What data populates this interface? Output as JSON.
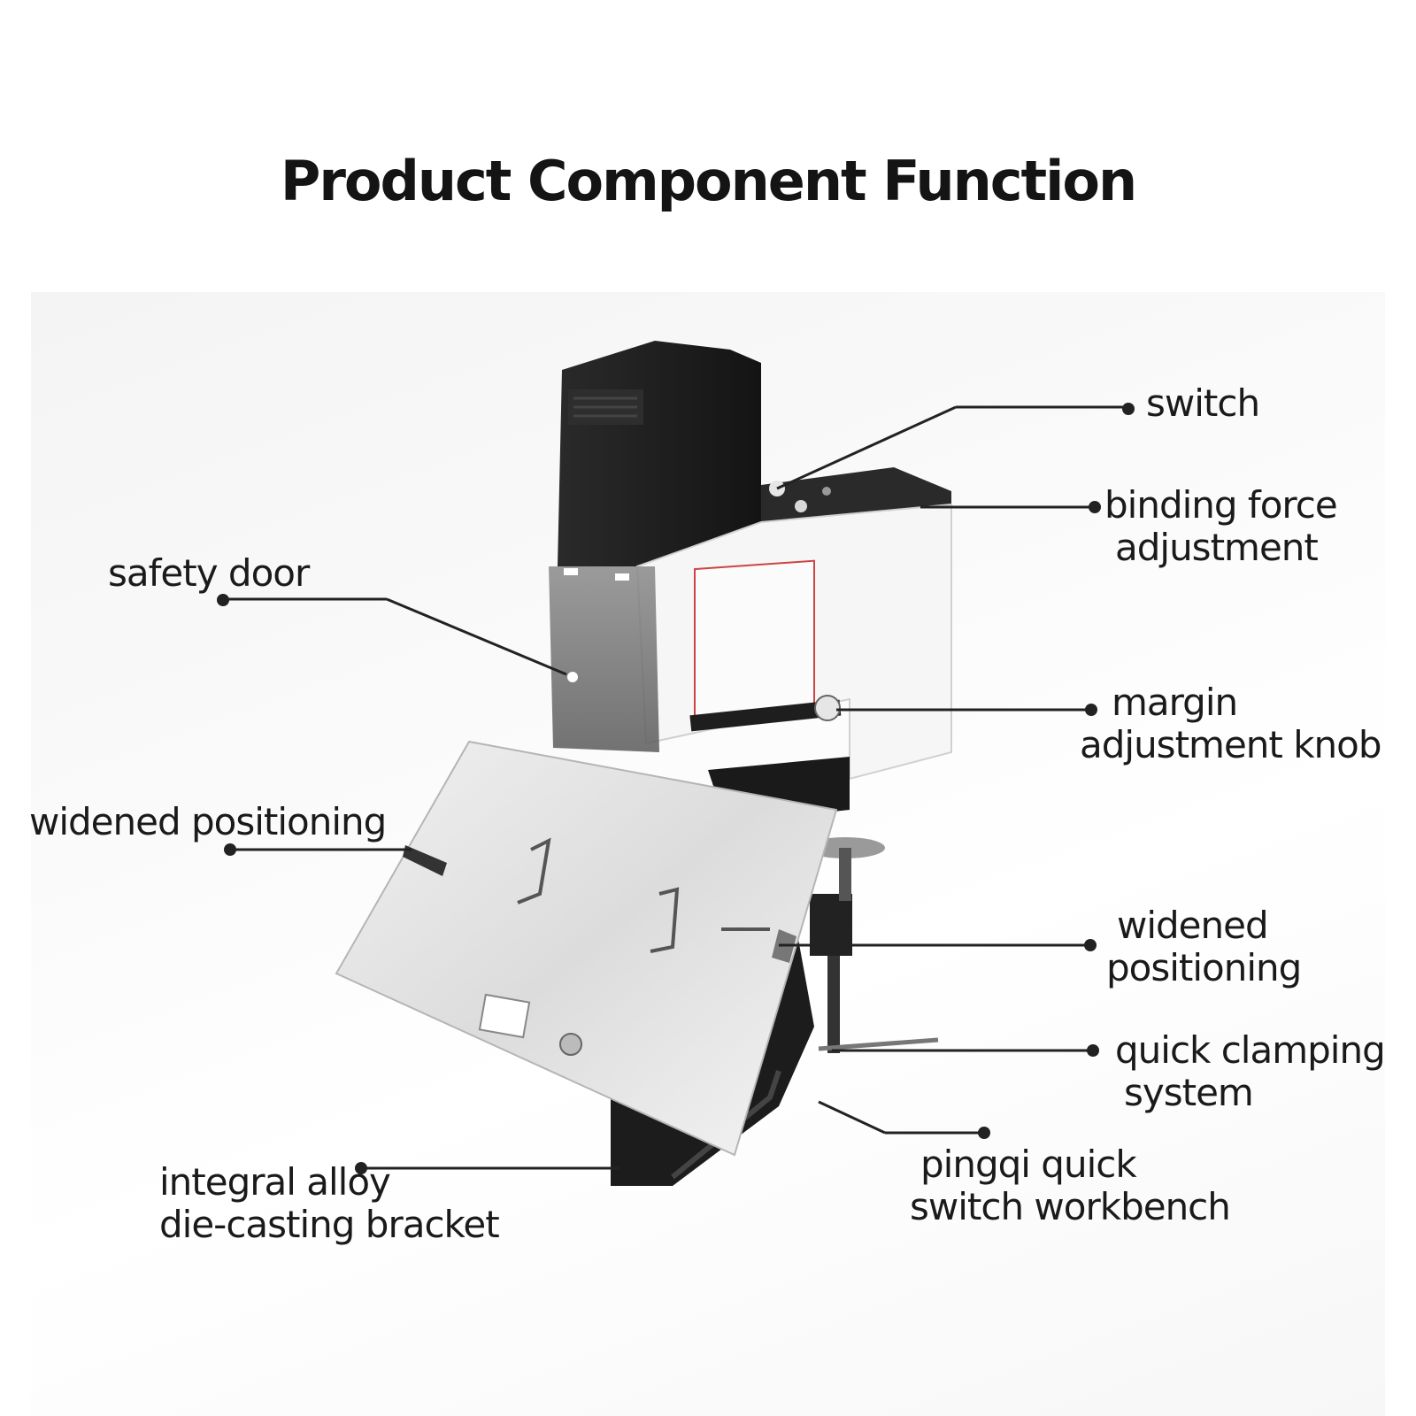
{
  "title": "Product Component Function",
  "labels": {
    "switch": [
      "switch"
    ],
    "binding_force": [
      "binding force",
      "adjustment"
    ],
    "safety_door": [
      "safety door"
    ],
    "margin_knob": [
      "margin",
      "adjustment knob"
    ],
    "widened_left": [
      "widened positioning"
    ],
    "widened_right": [
      "widened",
      "positioning"
    ],
    "quick_clamping": [
      "quick clamping",
      "system"
    ],
    "pingqi": [
      "pingqi quick",
      "switch workbench"
    ],
    "bracket": [
      "integral alloy",
      "die-casting bracket"
    ]
  },
  "colors": {
    "housing": "#1e1e1e",
    "plate": "#e6e6e6",
    "body_white": "#f7f7f7",
    "leader": "#222222"
  }
}
